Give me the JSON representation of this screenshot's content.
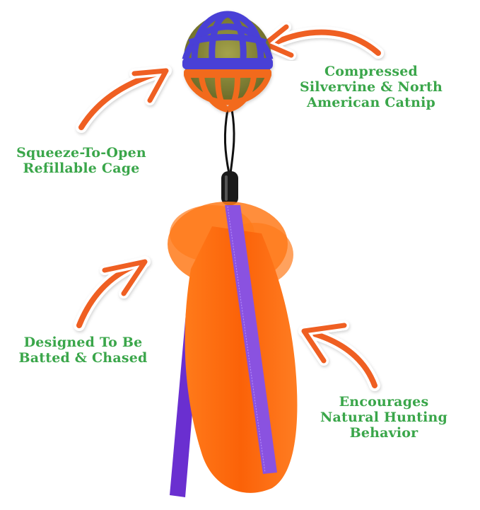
{
  "colors": {
    "text_green": "#3aa64a",
    "arrow_orange": "#ef5f23",
    "cage_blue": "#4a3fd6",
    "cage_orange": "#f26b1d",
    "feather_orange": "#fb6a10",
    "ribbon_purple": "#8a52e0",
    "ribbon_dark_purple": "#6a2fd0",
    "catnip_green": "#8c8a3a",
    "cord_black": "#111111"
  },
  "callouts": [
    {
      "id": "catnip",
      "lines": [
        "Compressed",
        "Silvervine &  North",
        "American Catnip"
      ]
    },
    {
      "id": "cage",
      "lines": [
        "Squeeze-To-Open",
        "Refillable Cage"
      ]
    },
    {
      "id": "batted",
      "lines": [
        "Designed To Be",
        "Batted & Chased"
      ]
    },
    {
      "id": "hunting",
      "lines": [
        "Encourages",
        "Natural Hunting",
        "Behavior"
      ]
    }
  ],
  "product": {
    "parts": [
      "cage-ball",
      "elastic-cord",
      "end-cap",
      "feather",
      "ribbons"
    ]
  }
}
